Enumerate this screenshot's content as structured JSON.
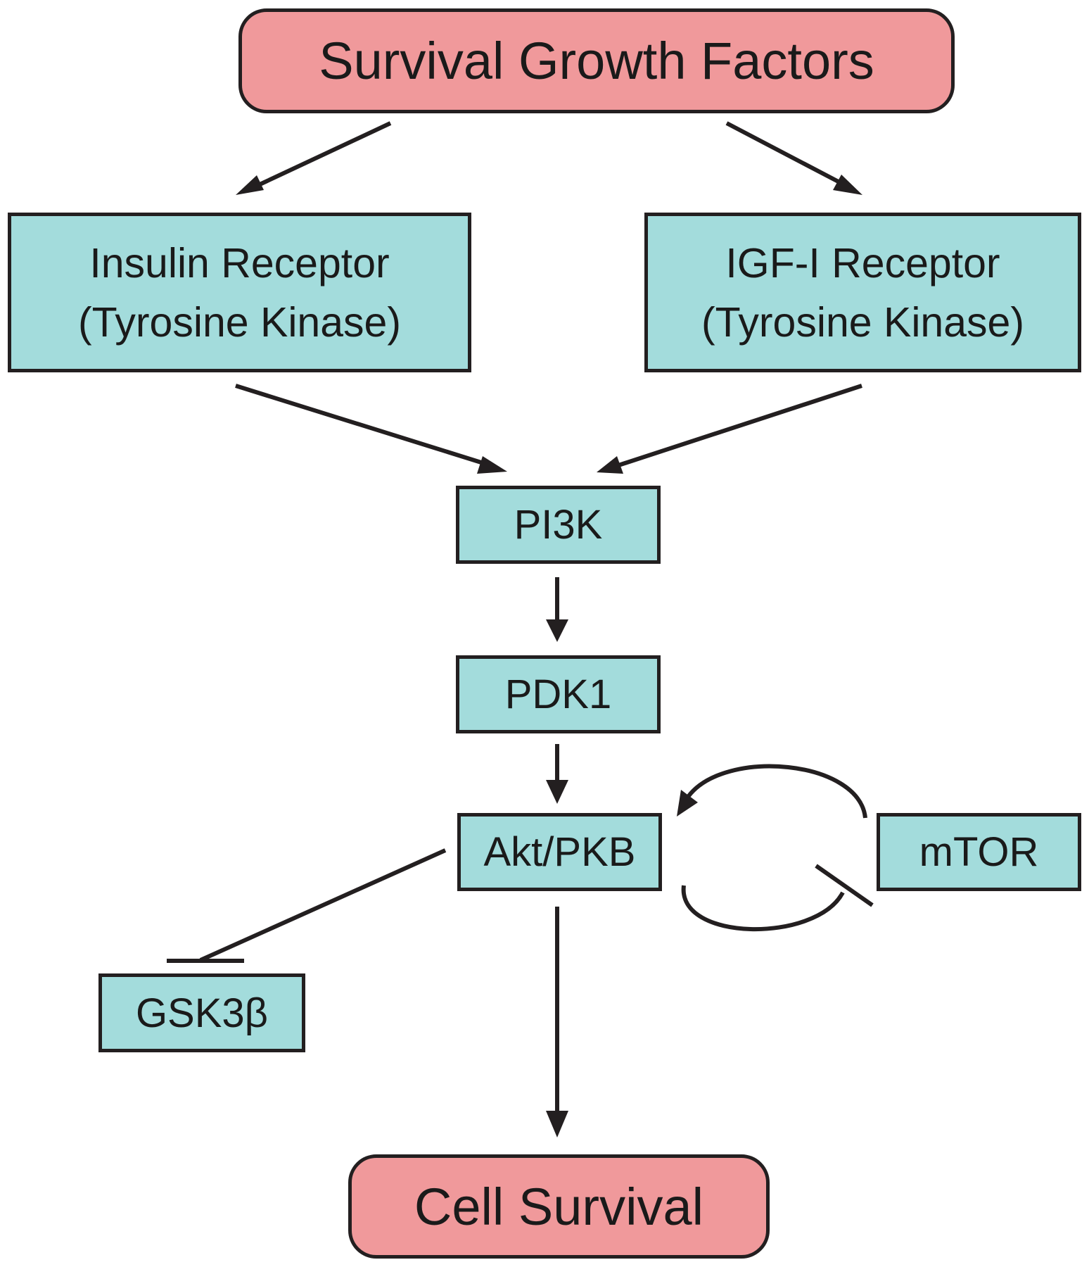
{
  "diagram": {
    "nodes": {
      "growth": {
        "lines": [
          "Survival Growth Factors"
        ]
      },
      "insulin": {
        "lines": [
          "Insulin Receptor",
          "(Tyrosine Kinase)"
        ]
      },
      "igf": {
        "lines": [
          "IGF-I Receptor",
          "(Tyrosine Kinase)"
        ]
      },
      "pi3k": {
        "lines": [
          "PI3K"
        ]
      },
      "pdk1": {
        "lines": [
          "PDK1"
        ]
      },
      "akt": {
        "lines": [
          "Akt/PKB"
        ]
      },
      "mtor": {
        "lines": [
          "mTOR"
        ]
      },
      "gsk": {
        "lines": [
          "GSK3β"
        ]
      },
      "cell": {
        "lines": [
          "Cell Survival"
        ]
      }
    },
    "colors": {
      "endpoint_fill": "#f0999b",
      "protein_fill": "#a3dcdc",
      "stroke": "#231f20"
    },
    "edges": [
      {
        "from": "Survival Growth Factors",
        "to": "Insulin Receptor",
        "type": "activates"
      },
      {
        "from": "Survival Growth Factors",
        "to": "IGF-I Receptor",
        "type": "activates"
      },
      {
        "from": "Insulin Receptor",
        "to": "PI3K",
        "type": "activates"
      },
      {
        "from": "IGF-I Receptor",
        "to": "PI3K",
        "type": "activates"
      },
      {
        "from": "PI3K",
        "to": "PDK1",
        "type": "activates"
      },
      {
        "from": "PDK1",
        "to": "Akt/PKB",
        "type": "activates"
      },
      {
        "from": "mTOR",
        "to": "Akt/PKB",
        "type": "activates"
      },
      {
        "from": "Akt/PKB",
        "to": "mTOR",
        "type": "inhibits"
      },
      {
        "from": "Akt/PKB",
        "to": "GSK3β",
        "type": "inhibits"
      },
      {
        "from": "Akt/PKB",
        "to": "Cell Survival",
        "type": "activates"
      }
    ]
  }
}
